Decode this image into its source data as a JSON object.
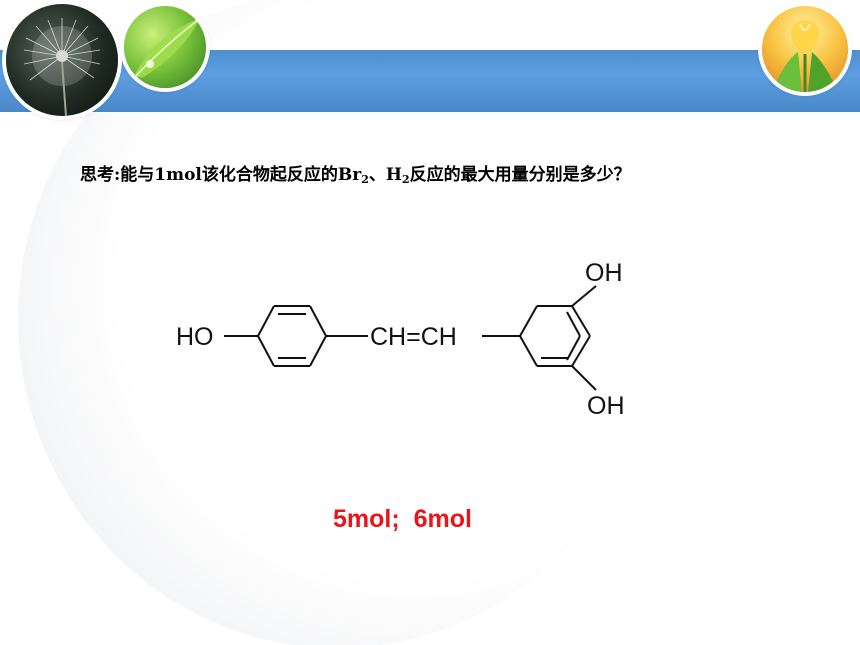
{
  "slide": {
    "question_part1": "思考:能与1mol该化合物起反应的Br",
    "question_sub1": "2",
    "question_part2": "、H",
    "question_sub2": "2",
    "question_part3": "反应的最大用量分别是多少？",
    "answer": "5mol;  6mol"
  },
  "structure": {
    "label_ho": "HO",
    "label_chch": "CH=CH",
    "label_oh_top": "OH",
    "label_oh_bottom": "OH"
  },
  "colors": {
    "band": "#5c9ee0",
    "answer": "#e8151b",
    "text": "#000000"
  },
  "icons": [
    "dandelion-image-icon",
    "leaf-image-icon",
    "tulip-image-icon"
  ]
}
